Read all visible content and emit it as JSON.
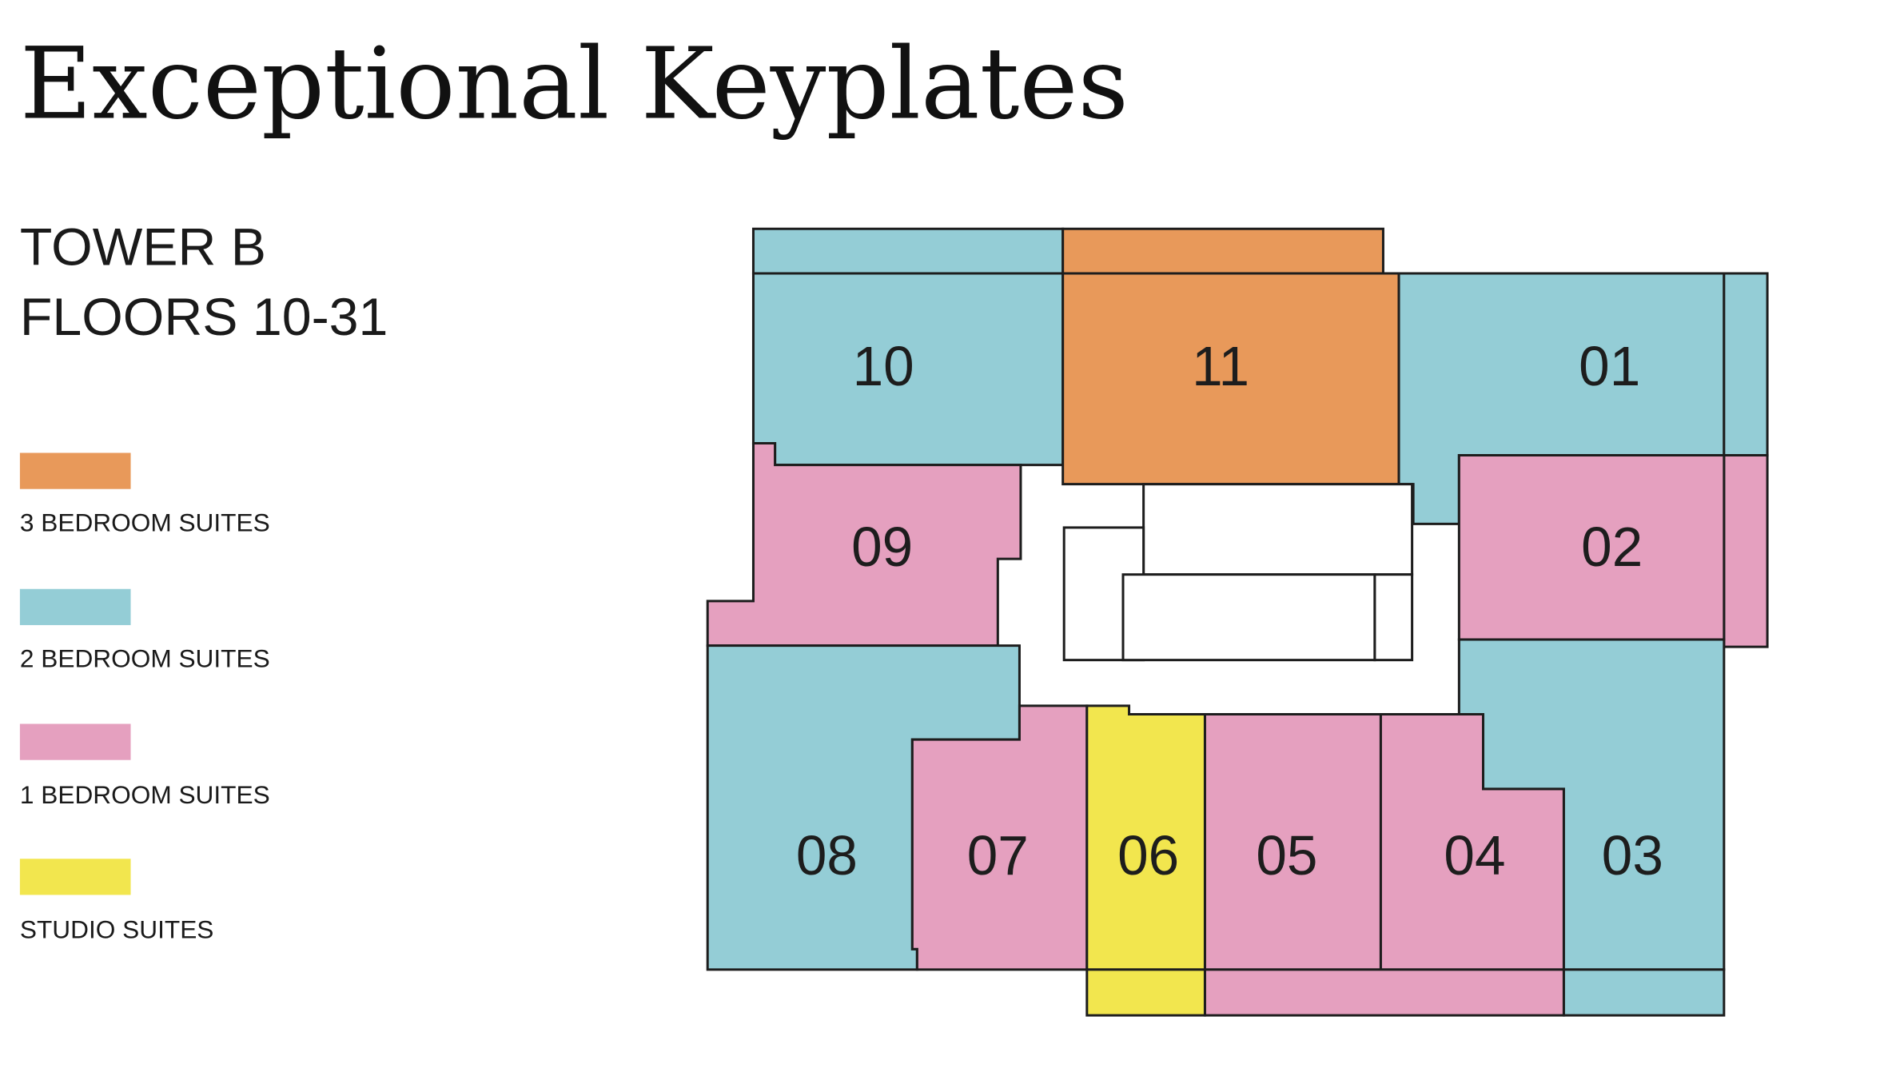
{
  "title": "Exceptional Keyplates",
  "tower": "TOWER B",
  "floors": "FLOORS 10-31",
  "colors": {
    "three_bed": "#E8995A",
    "two_bed": "#94CDD6",
    "one_bed": "#E5A0BF",
    "studio": "#F2E64E"
  },
  "legend": [
    {
      "label": "3 BEDROOM SUITES",
      "type": "three_bed"
    },
    {
      "label": "2 BEDROOM SUITES",
      "type": "two_bed"
    },
    {
      "label": "1 BEDROOM SUITES",
      "type": "one_bed"
    },
    {
      "label": "STUDIO SUITES",
      "type": "studio"
    }
  ],
  "units": {
    "u01": "01",
    "u02": "02",
    "u03": "03",
    "u04": "04",
    "u05": "05",
    "u06": "06",
    "u07": "07",
    "u08": "08",
    "u09": "09",
    "u10": "10",
    "u11": "11"
  }
}
